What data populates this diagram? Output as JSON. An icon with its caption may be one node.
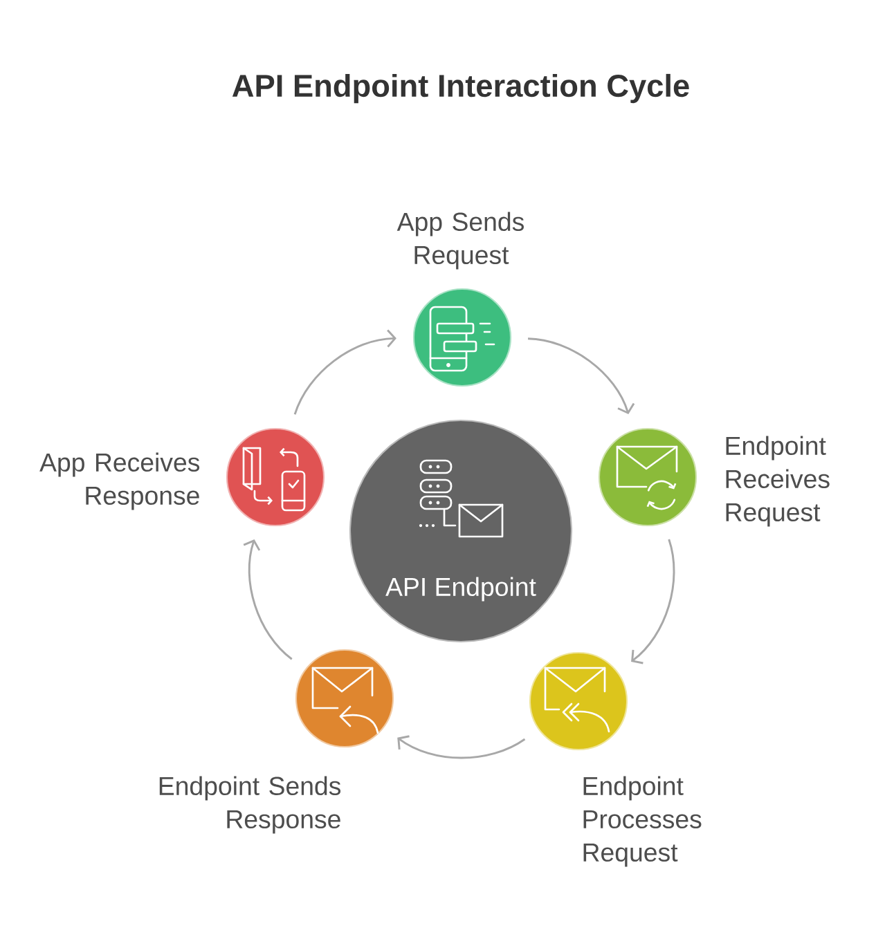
{
  "diagram": {
    "title": "API Endpoint Interaction Cycle",
    "nodes": [
      {
        "text": [
          "API Endpoint"
        ]
      },
      {
        "text": [
          "App Sends Request"
        ]
      },
      {
        "text": [
          "Endpoint Receives Request"
        ]
      },
      {
        "text": [
          "Endpoint Processes Request"
        ]
      },
      {
        "text": [
          "Endpoint Sends Response"
        ]
      },
      {
        "text": [
          "App Receives Response"
        ]
      }
    ],
    "edges": [
      {
        "from": 1,
        "to": 2,
        "arrow": "to"
      },
      {
        "from": 2,
        "to": 3,
        "arrow": "to"
      },
      {
        "from": 3,
        "to": 4,
        "arrow": "to"
      },
      {
        "from": 4,
        "to": 5,
        "arrow": "to"
      },
      {
        "from": 5,
        "to": 1,
        "arrow": "to"
      }
    ]
  }
}
